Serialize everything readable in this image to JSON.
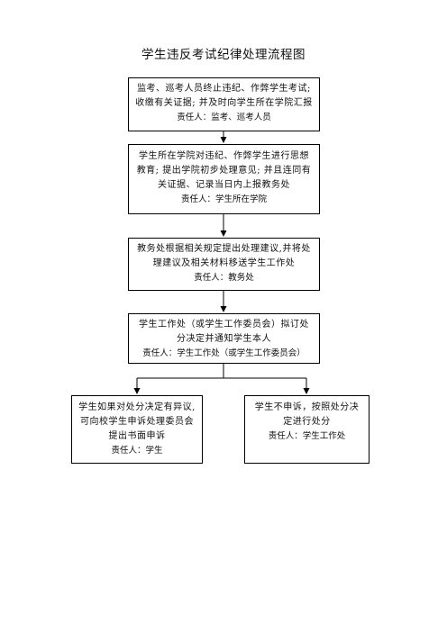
{
  "title": "学生违反考试纪律处理流程图",
  "steps": [
    {
      "text": "监考、巡考人员终止违纪、作弊学生考试; 收缴有关证据; 并及时向学生所在学院汇报",
      "responsible": "责任人：监考、巡考人员"
    },
    {
      "text": "学生所在学院对违纪、作弊学生进行思想教育; 提出学院初步处理意见; 并且连同有关证据、记录当日内上报教务处",
      "responsible": "责任人：学生所在学院"
    },
    {
      "text": "教务处根据相关规定提出处理建议,并将处理建议及相关材料移送学生工作处",
      "responsible": "责任人：教务处"
    },
    {
      "text": "学生工作处（或学生工作委员会）拟订处分决定并通知学生本人",
      "responsible": "责任人：学生工作处（或学生工作委员会）"
    }
  ],
  "branches": [
    {
      "text": "学生如果对处分决定有异议,可向校学生申诉处理委员会提出书面申诉",
      "responsible": "责任人：学生"
    },
    {
      "text": "学生不申诉，按照处分决定进行处分",
      "responsible": "责任人：学生工作处"
    }
  ]
}
